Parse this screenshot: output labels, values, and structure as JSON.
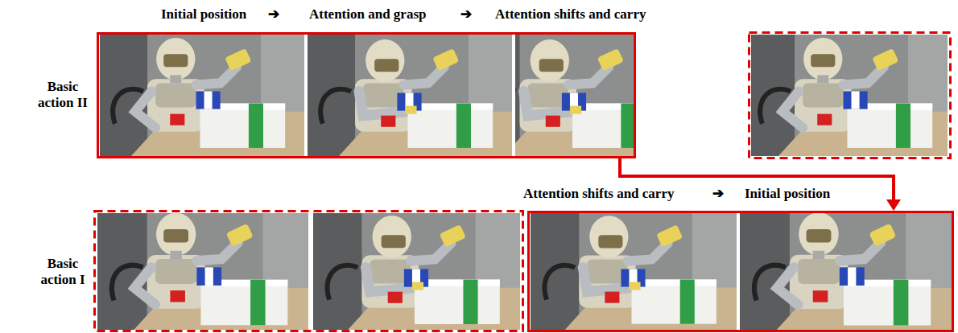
{
  "diagram": {
    "nodes": [
      {
        "text": [
          "Initial position",
          "Attention and grasp",
          "Attention shifts and carry"
        ]
      },
      {
        "text": [
          "Attention shifts and carry",
          "Initial position"
        ]
      }
    ],
    "edges": [
      {
        "from": 0,
        "to": 1,
        "arrow": "to"
      }
    ],
    "labels": [
      "➔",
      "➔",
      "Basic action II",
      "➔",
      "Basic action I"
    ]
  }
}
